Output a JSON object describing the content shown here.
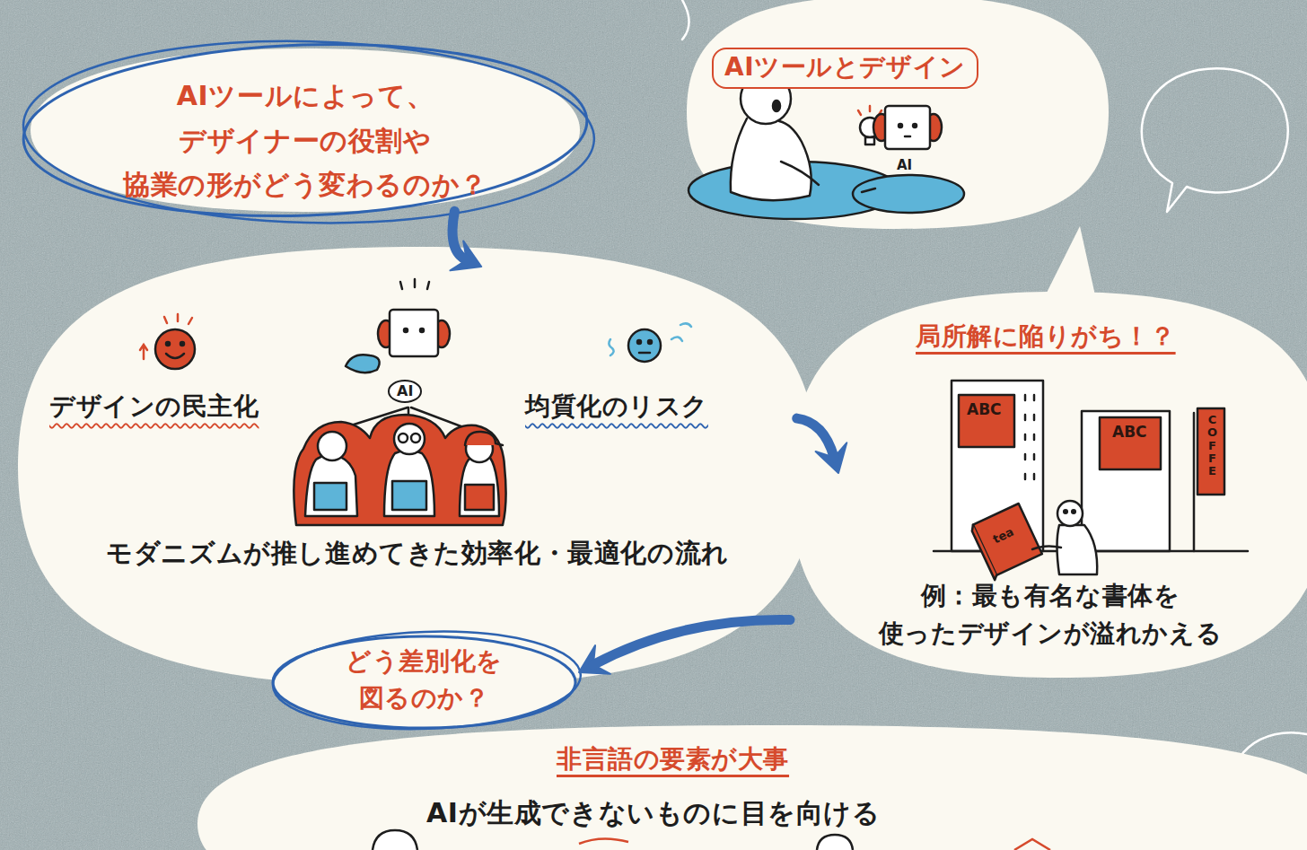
{
  "diagram": {
    "nodes": [
      {
        "text": [
          "AIツールによって、デザイナーの役割や 協業の形がどう変わるのか？"
        ]
      },
      {
        "text": [
          "AIツールとデザイン"
        ]
      },
      {
        "text": [
          "デザインの民主化",
          "均質化のリスク",
          "モダニズムが推し進めてきた効率化・最適化の流れ"
        ]
      },
      {
        "text": [
          "局所解に陥りがち！？",
          "例：最も有名な書体を 使ったデザインが溢れかえる"
        ]
      },
      {
        "text": [
          "どう差別化を 図るのか？"
        ]
      },
      {
        "text": [
          "非言語の要素が大事",
          "AIが生成できないものに目を向ける"
        ]
      }
    ],
    "edges": [
      {
        "from": 0,
        "to": 2,
        "arrow": "to"
      },
      {
        "from": 2,
        "to": 3,
        "arrow": "to"
      },
      {
        "from": 3,
        "to": 4,
        "arrow": "to"
      }
    ],
    "labels": [
      "AI",
      "AI",
      "ABC",
      "ABC",
      "COFFE",
      "tea"
    ]
  }
}
